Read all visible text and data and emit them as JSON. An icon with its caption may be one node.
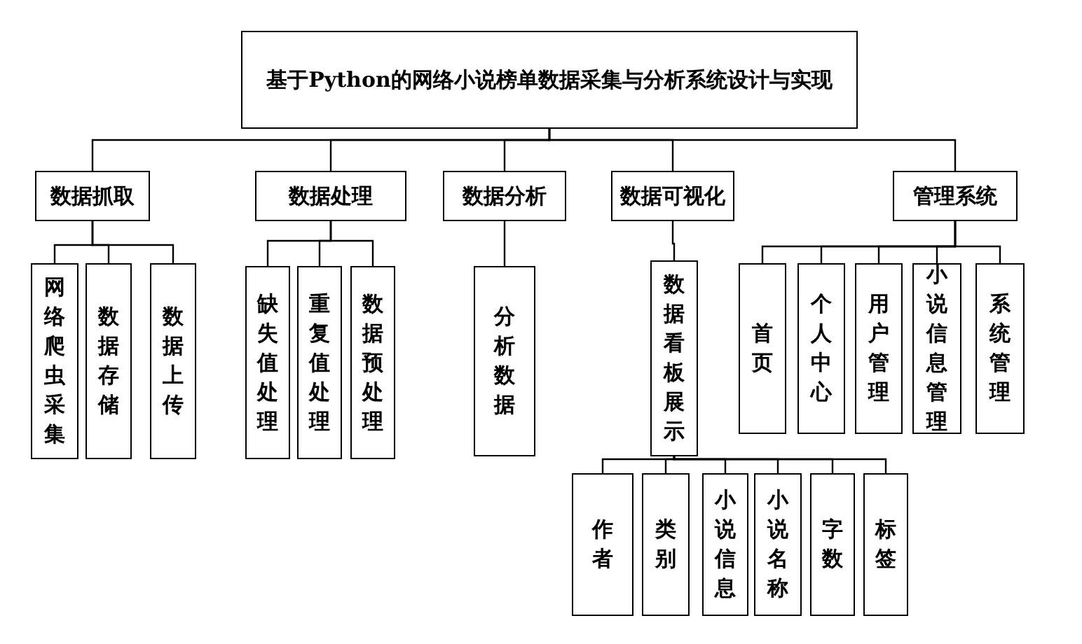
{
  "diagram": {
    "nodes": [
      {
        "text": [
          "基于Python的网络小说榜单数据采集与分析系统设计与实现"
        ]
      },
      {
        "text": [
          "数据抓取"
        ]
      },
      {
        "text": [
          "数据处理"
        ]
      },
      {
        "text": [
          "数据分析"
        ]
      },
      {
        "text": [
          "数据可视化"
        ]
      },
      {
        "text": [
          "管理系统"
        ]
      },
      {
        "text": [
          "网络爬虫采集"
        ]
      },
      {
        "text": [
          "数据存储"
        ]
      },
      {
        "text": [
          "数据上传"
        ]
      },
      {
        "text": [
          "缺失值处理"
        ]
      },
      {
        "text": [
          "重复值处理"
        ]
      },
      {
        "text": [
          "数据预处理"
        ]
      },
      {
        "text": [
          "分析数据"
        ]
      },
      {
        "text": [
          "数据看板展示"
        ]
      },
      {
        "text": [
          "首页"
        ]
      },
      {
        "text": [
          "个人中心"
        ]
      },
      {
        "text": [
          "用户管理"
        ]
      },
      {
        "text": [
          "小说信息管理"
        ]
      },
      {
        "text": [
          "系统管理"
        ]
      },
      {
        "text": [
          "作者"
        ]
      },
      {
        "text": [
          "类别"
        ]
      },
      {
        "text": [
          "小说信息"
        ]
      },
      {
        "text": [
          "小说名称"
        ]
      },
      {
        "text": [
          "字数"
        ]
      },
      {
        "text": [
          "标签"
        ]
      }
    ],
    "edges": [
      {
        "from": 0,
        "to": 1,
        "arrow": "none"
      },
      {
        "from": 0,
        "to": 2,
        "arrow": "none"
      },
      {
        "from": 0,
        "to": 3,
        "arrow": "none"
      },
      {
        "from": 0,
        "to": 4,
        "arrow": "none"
      },
      {
        "from": 0,
        "to": 5,
        "arrow": "none"
      },
      {
        "from": 1,
        "to": 6,
        "arrow": "none"
      },
      {
        "from": 1,
        "to": 7,
        "arrow": "none"
      },
      {
        "from": 1,
        "to": 8,
        "arrow": "none"
      },
      {
        "from": 2,
        "to": 9,
        "arrow": "none"
      },
      {
        "from": 2,
        "to": 10,
        "arrow": "none"
      },
      {
        "from": 2,
        "to": 11,
        "arrow": "none"
      },
      {
        "from": 3,
        "to": 12,
        "arrow": "none"
      },
      {
        "from": 4,
        "to": 13,
        "arrow": "none"
      },
      {
        "from": 5,
        "to": 14,
        "arrow": "none"
      },
      {
        "from": 5,
        "to": 15,
        "arrow": "none"
      },
      {
        "from": 5,
        "to": 16,
        "arrow": "none"
      },
      {
        "from": 5,
        "to": 17,
        "arrow": "none"
      },
      {
        "from": 5,
        "to": 18,
        "arrow": "none"
      },
      {
        "from": 13,
        "to": 19,
        "arrow": "none"
      },
      {
        "from": 13,
        "to": 20,
        "arrow": "none"
      },
      {
        "from": 13,
        "to": 21,
        "arrow": "none"
      },
      {
        "from": 13,
        "to": 22,
        "arrow": "none"
      },
      {
        "from": 13,
        "to": 23,
        "arrow": "none"
      },
      {
        "from": 13,
        "to": 24,
        "arrow": "none"
      }
    ]
  }
}
